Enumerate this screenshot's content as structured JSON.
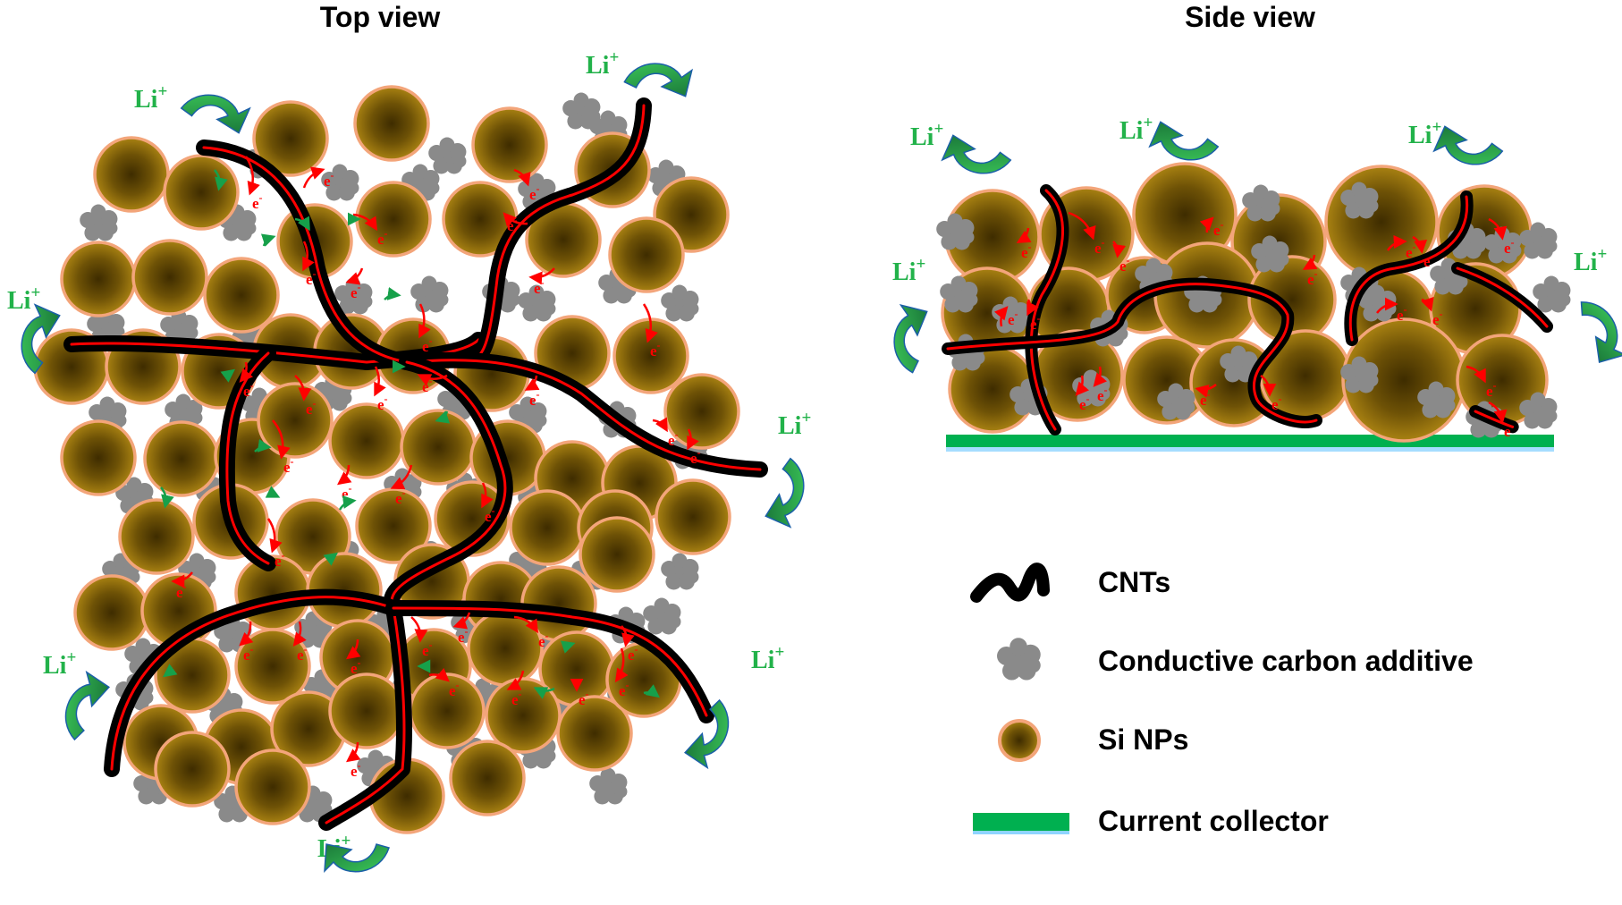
{
  "titles": {
    "top": "Top view",
    "side": "Side view"
  },
  "ion_label": {
    "base": "Li",
    "charge": "+"
  },
  "electron_label": {
    "base": "e",
    "charge": "-"
  },
  "legend": [
    {
      "key": "cnt",
      "label": "CNTs",
      "icon": "cnt-icon"
    },
    {
      "key": "carbon",
      "label": "Conductive carbon additive",
      "icon": "carbon-additive-icon"
    },
    {
      "key": "si",
      "label": "Si NPs",
      "icon": "si-np-icon"
    },
    {
      "key": "collector",
      "label": "Current collector",
      "icon": "current-collector-icon"
    }
  ],
  "colors": {
    "si_center": "#4a3400",
    "si_edge": "#a27c12",
    "si_rim": "#f3a57a",
    "cnt": "#000000",
    "electron_path": "#ff0000",
    "carbon": "#8a8a8a",
    "li_text": "#22b24a",
    "li_arrow": "#1fa85a",
    "li_arrow_edge": "#1b5fa8",
    "current_collector": "#00b050",
    "collector_glow": "#8fd4ff"
  }
}
